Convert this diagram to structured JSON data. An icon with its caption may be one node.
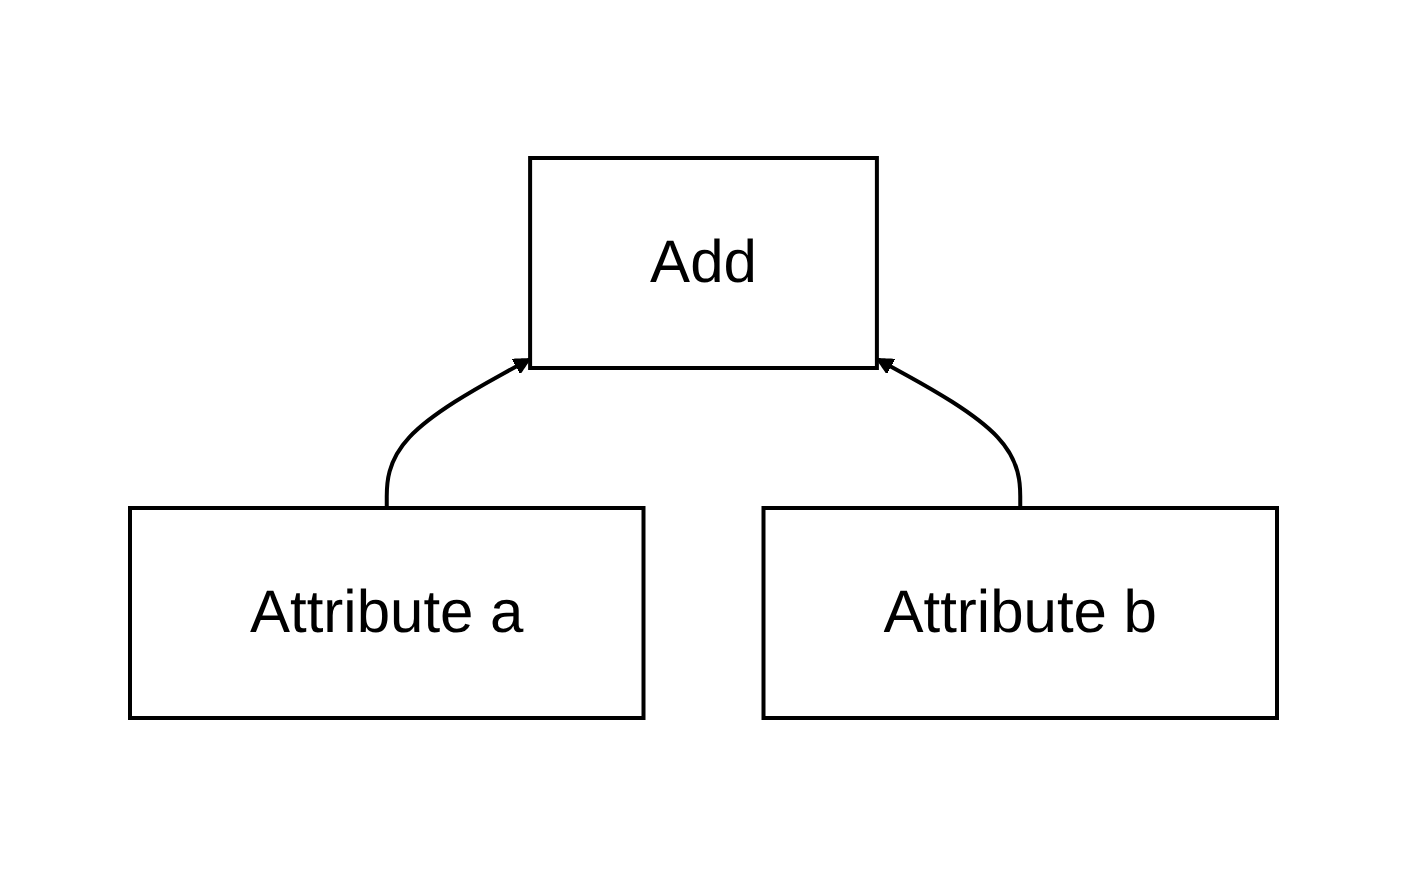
{
  "diagram": {
    "nodes": [
      {
        "text": [
          "Add"
        ]
      },
      {
        "text": [
          "Attribute a"
        ]
      },
      {
        "text": [
          "Attribute b"
        ]
      }
    ],
    "edges": [
      {
        "from": 1,
        "to": 0,
        "arrow": "to"
      },
      {
        "from": 2,
        "to": 0,
        "arrow": "to"
      }
    ]
  }
}
